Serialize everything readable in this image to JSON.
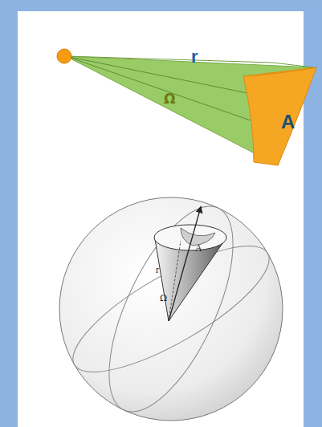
{
  "diagram": {
    "labels": [
      "r",
      "Ω",
      "A",
      "r",
      "Ω",
      "A"
    ]
  }
}
